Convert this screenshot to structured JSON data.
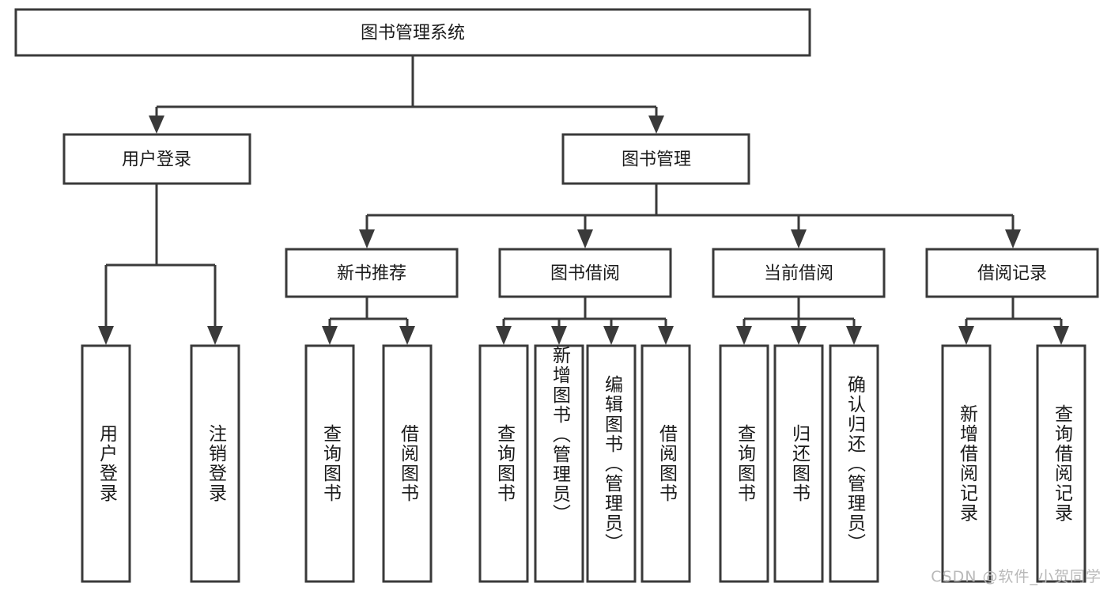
{
  "diagram": {
    "title": "图书管理系统",
    "watermark": "CSDN @软件_小贺同学",
    "colors": {
      "stroke": "#3a3a3a",
      "fill": "#ffffff",
      "text": "#1b1b1b",
      "watermark": "#b9b9b9",
      "background": "#ffffff"
    },
    "root": {
      "label": "图书管理系统"
    },
    "level1": [
      {
        "label": "用户登录"
      },
      {
        "label": "图书管理"
      }
    ],
    "level2": [
      {
        "label": "新书推荐"
      },
      {
        "label": "图书借阅"
      },
      {
        "label": "当前借阅"
      },
      {
        "label": "借阅记录"
      }
    ],
    "leaves": {
      "user_login": [
        {
          "label": "用户登录"
        },
        {
          "label": "注销登录"
        }
      ],
      "new_book_recommend": [
        {
          "label": "查询图书"
        },
        {
          "label": "借阅图书"
        }
      ],
      "book_borrow": [
        {
          "label": "查询图书"
        },
        {
          "label": "新增图书（管理员）"
        },
        {
          "label": "编辑图书（管理员）"
        },
        {
          "label": "借阅图书"
        }
      ],
      "current_borrow": [
        {
          "label": "查询图书"
        },
        {
          "label": "归还图书"
        },
        {
          "label": "确认归还（管理员）"
        }
      ],
      "borrow_record": [
        {
          "label": "新增借阅记录"
        },
        {
          "label": "查询借阅记录"
        }
      ]
    }
  }
}
